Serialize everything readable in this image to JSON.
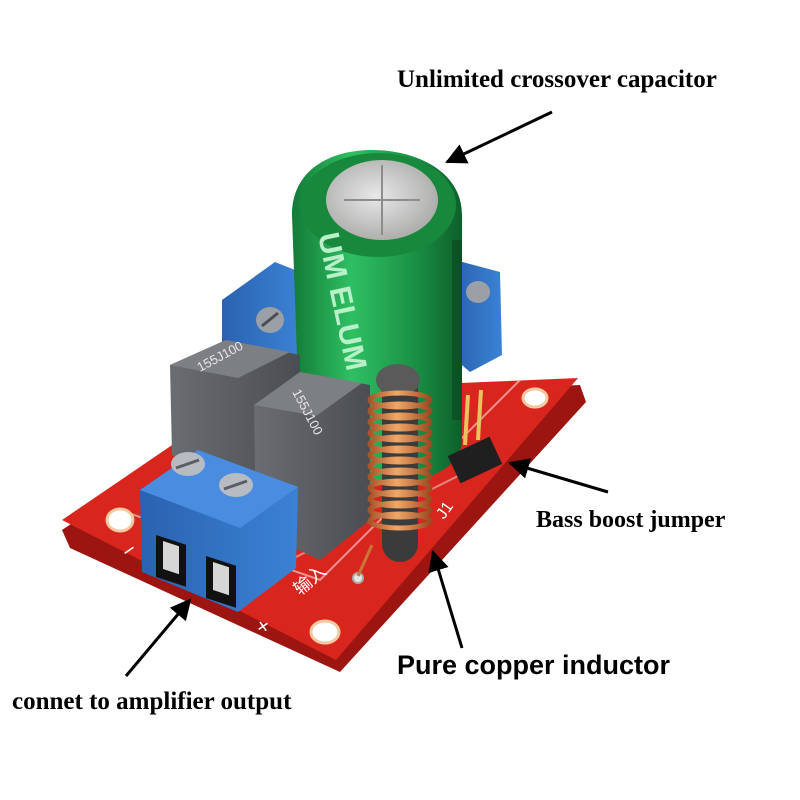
{
  "callouts": {
    "capacitor": "Unlimited crossover capacitor",
    "bass_jumper": "Bass boost  jumper",
    "inductor": "Pure copper inductor",
    "amp_output": "connet to amplifier output"
  },
  "component_markings": {
    "capacitor_brand": "UM ELUM",
    "film_cap_left": "155J100",
    "film_cap_right": "155J100",
    "jumper_ref": "J1",
    "input_label": "输入",
    "plus_sign": "+",
    "minus_sign": "−"
  },
  "colors": {
    "pcb": "#d8261e",
    "terminal_block": "#2f6fc0",
    "capacitor_sleeve": "#1f9a4a",
    "film_capacitor": "#5b5e63",
    "copper_coil": "#c8763a",
    "arrow": "#000000"
  }
}
